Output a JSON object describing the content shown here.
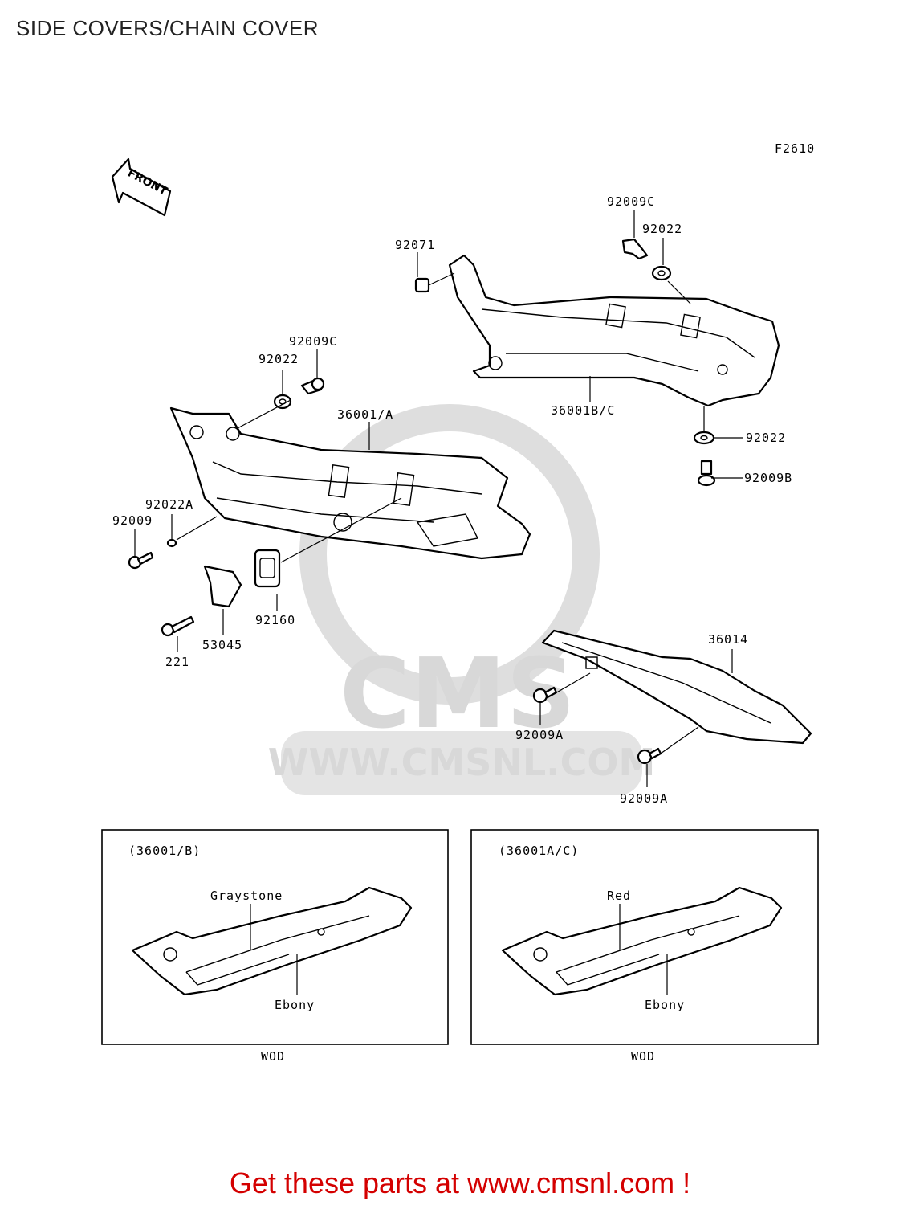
{
  "title": "SIDE COVERS/CHAIN COVER",
  "figure_code": "F2610",
  "front_arrow_label": "FRONT",
  "watermark": {
    "logo_text": "CMS",
    "url_text": "WWW.CMSNL.COM"
  },
  "callouts": {
    "p92071": "92071",
    "p92009c_top": "92009C",
    "p92022_top": "92022",
    "p36001bc": "36001B/C",
    "p92022_right": "92022",
    "p92009b": "92009B",
    "p92009c_left": "92009C",
    "p92022_left": "92022",
    "p36001a": "36001/A",
    "p92022a": "92022A",
    "p92009": "92009",
    "p92160": "92160",
    "p53045": "53045",
    "p221": "221",
    "p36014": "36014",
    "p92009a_1": "92009A",
    "p92009a_2": "92009A"
  },
  "inset_left": {
    "heading": "(36001/B)",
    "upper_color": "Graystone",
    "lower_color": "Ebony",
    "model": "WOD"
  },
  "inset_right": {
    "heading": "(36001A/C)",
    "upper_color": "Red",
    "lower_color": "Ebony",
    "model": "WOD"
  },
  "footer_cta": "Get these parts at www.cmsnl.com !",
  "colors": {
    "cta": "#d40000",
    "watermark": "#d8d8d8",
    "line": "#000000"
  }
}
